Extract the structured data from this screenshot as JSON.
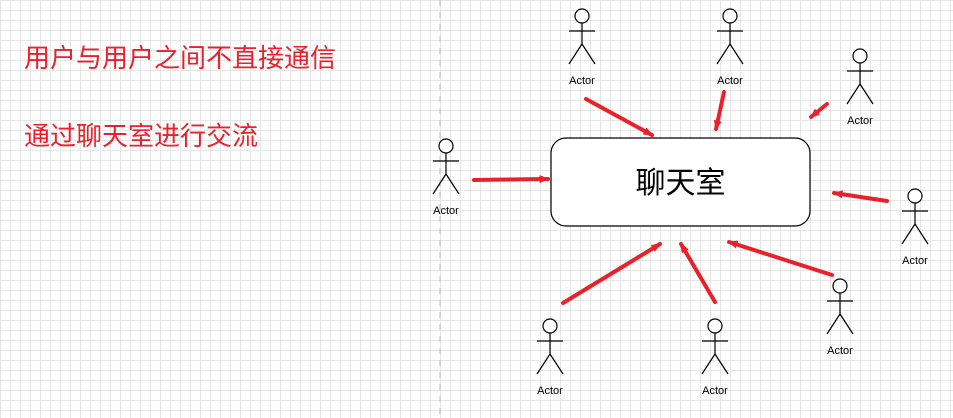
{
  "colors": {
    "accent": "#e8212b",
    "line": "#000000",
    "grid": "#e6e6e6",
    "divider": "#bbbbbb"
  },
  "notes": {
    "line1": "用户与用户之间不直接通信",
    "line2": "通过聊天室进行交流"
  },
  "chat_room": {
    "label": "聊天室"
  },
  "actors": [
    {
      "id": "actor-top-1",
      "label": "Actor"
    },
    {
      "id": "actor-top-2",
      "label": "Actor"
    },
    {
      "id": "actor-top-right",
      "label": "Actor"
    },
    {
      "id": "actor-left",
      "label": "Actor"
    },
    {
      "id": "actor-right",
      "label": "Actor"
    },
    {
      "id": "actor-bottom-right",
      "label": "Actor"
    },
    {
      "id": "actor-bottom-1",
      "label": "Actor"
    },
    {
      "id": "actor-bottom-2",
      "label": "Actor"
    }
  ]
}
